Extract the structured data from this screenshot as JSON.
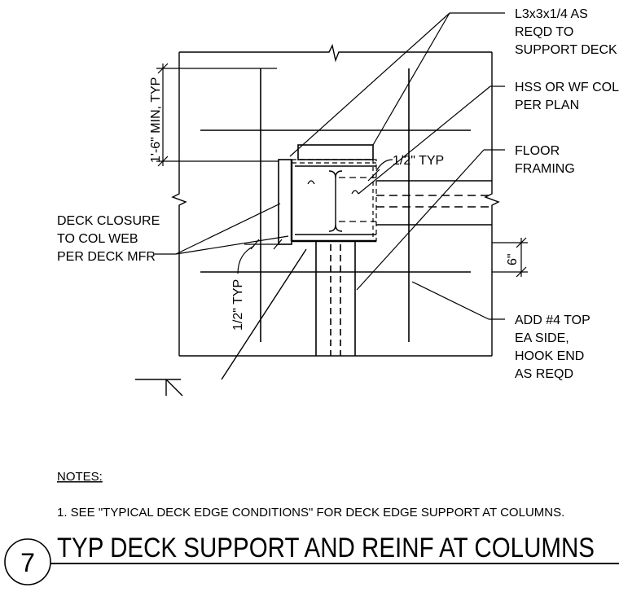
{
  "labels": {
    "angle": [
      "L3x3x1/4 AS",
      "REQD TO",
      "SUPPORT DECK"
    ],
    "column": [
      "HSS OR WF COL",
      "PER PLAN"
    ],
    "framing": [
      "FLOOR",
      "FRAMING"
    ],
    "closure": [
      "DECK CLOSURE",
      "TO COL WEB",
      "PER DECK MFR"
    ],
    "rebar": [
      "ADD #4 TOP",
      "EA SIDE,",
      "HOOK END",
      "AS REQD"
    ]
  },
  "dims": {
    "min_typ": "1'-6\" MIN, TYP",
    "half_typ_top": "1/2\" TYP",
    "half_typ_left": "1/2\" TYP",
    "six": "6\""
  },
  "notes": {
    "heading": "NOTES:",
    "item1": "1. SEE \"TYPICAL DECK EDGE CONDITIONS\" FOR DECK EDGE SUPPORT AT COLUMNS."
  },
  "title": {
    "number": "7",
    "text": "TYP DECK SUPPORT AND REINF AT COLUMNS"
  }
}
